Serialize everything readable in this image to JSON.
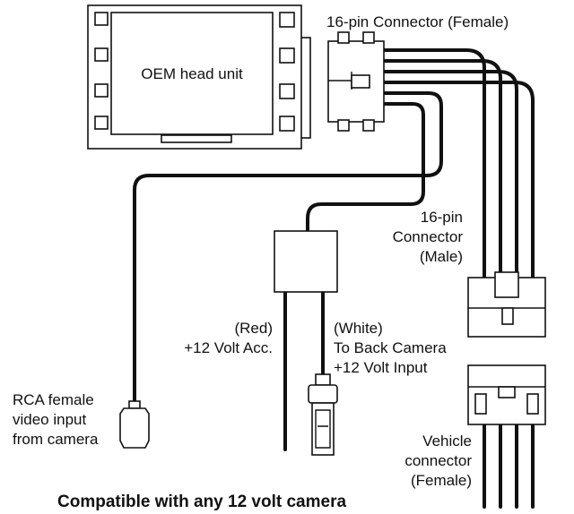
{
  "labels": {
    "head_unit": "OEM head unit",
    "female_connector_top": "16-pin Connector (Female)",
    "male_connector": [
      "16-pin",
      "Connector",
      "(Male)"
    ],
    "red_wire": [
      "(Red)",
      "+12 Volt Acc."
    ],
    "white_wire": [
      "(White)",
      "To Back Camera",
      "+12 Volt Input"
    ],
    "rca_input": [
      "RCA female",
      "video input",
      "from camera"
    ],
    "vehicle_connector": [
      "Vehicle",
      "connector",
      "(Female)"
    ]
  },
  "caption": "Compatible with any 12 volt camera",
  "colors": {
    "line": "#111111",
    "background": "#ffffff"
  }
}
